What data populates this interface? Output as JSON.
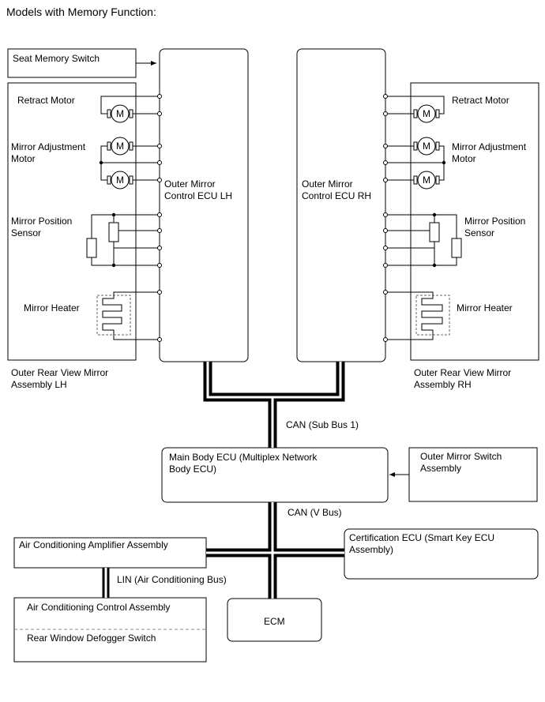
{
  "title": "Models with Memory Function:",
  "seat_memory_switch": "Seat Memory Switch",
  "lh": {
    "retract_motor": "Retract Motor",
    "mirror_adjustment_motor": "Mirror Adjustment\nMotor",
    "mirror_position_sensor": "Mirror Position\nSensor",
    "mirror_heater": "Mirror Heater",
    "ecu": "Outer Mirror\nControl ECU LH",
    "assembly": "Outer Rear View Mirror\nAssembly LH"
  },
  "rh": {
    "ecu": "Outer Mirror\nControl ECU RH",
    "retract_motor": "Retract Motor",
    "mirror_adjustment_motor": "Mirror Adjustment\nMotor",
    "mirror_position_sensor": "Mirror Position\nSensor",
    "mirror_heater": "Mirror Heater",
    "assembly": "Outer Rear View Mirror\nAssembly RH"
  },
  "motor_symbol": "M",
  "can_sub_bus": "CAN (Sub Bus 1)",
  "main_body_ecu": "Main Body ECU (Multiplex Network\nBody ECU)",
  "outer_mirror_switch": "Outer Mirror Switch\nAssembly",
  "can_v_bus": "CAN (V Bus)",
  "air_conditioning_amplifier": "Air Conditioning Amplifier Assembly",
  "certification_ecu": "Certification ECU (Smart Key ECU\nAssembly)",
  "lin_bus": "LIN (Air Conditioning Bus)",
  "air_conditioning_control": "Air Conditioning Control Assembly",
  "rear_window_defogger": "Rear Window Defogger Switch",
  "ecm": "ECM"
}
